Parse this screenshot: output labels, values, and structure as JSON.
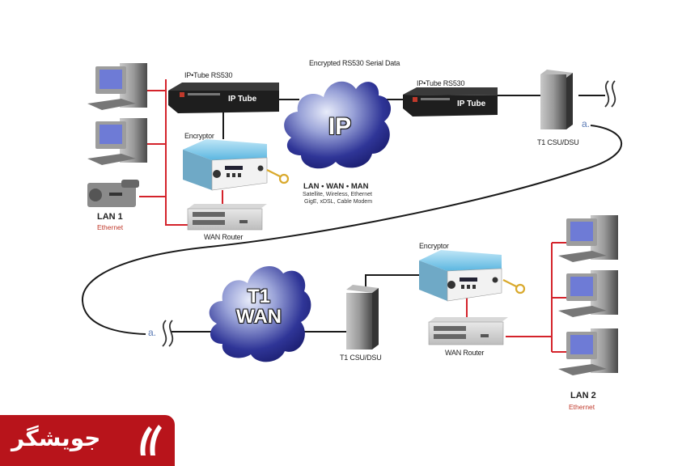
{
  "diagram": {
    "title": "Encrypted RS530 Serial Data",
    "ip_cloud": {
      "label": "IP",
      "caption_title": "LAN • WAN • MAN",
      "caption_line1": "Satellite, Wireless, Ethernet",
      "caption_line2": "GigE, xDSL, Cable Modem"
    },
    "t1_cloud": {
      "line1": "T1",
      "line2": "WAN"
    },
    "ip_tube_left": {
      "label": "IP•Tube RS530",
      "front_text": "IP Tube"
    },
    "ip_tube_right": {
      "label": "IP•Tube RS530",
      "front_text": "IP Tube"
    },
    "encryptor_top": {
      "label": "Encryptor"
    },
    "encryptor_bottom": {
      "label": "Encryptor"
    },
    "router_top": {
      "label": "WAN Router"
    },
    "router_bottom": {
      "label": "WAN Router"
    },
    "csu_top": {
      "label": "T1 CSU/DSU"
    },
    "csu_bottom": {
      "label": "T1 CSU/DSU"
    },
    "lan1": {
      "name": "LAN 1",
      "type": "Ethernet"
    },
    "lan2": {
      "name": "LAN 2",
      "type": "Ethernet"
    },
    "markers": {
      "top_right": "a.",
      "bottom_left": "a."
    },
    "colors": {
      "lan_link": "#d4232b",
      "wan_link": "#1a1a1a",
      "cloud": "#2b2f8f",
      "key": "#d9a92c",
      "encryptor_top": "#8fd0ee"
    }
  },
  "watermark": {
    "text": "جویشگر",
    "color": "#b8141b"
  }
}
